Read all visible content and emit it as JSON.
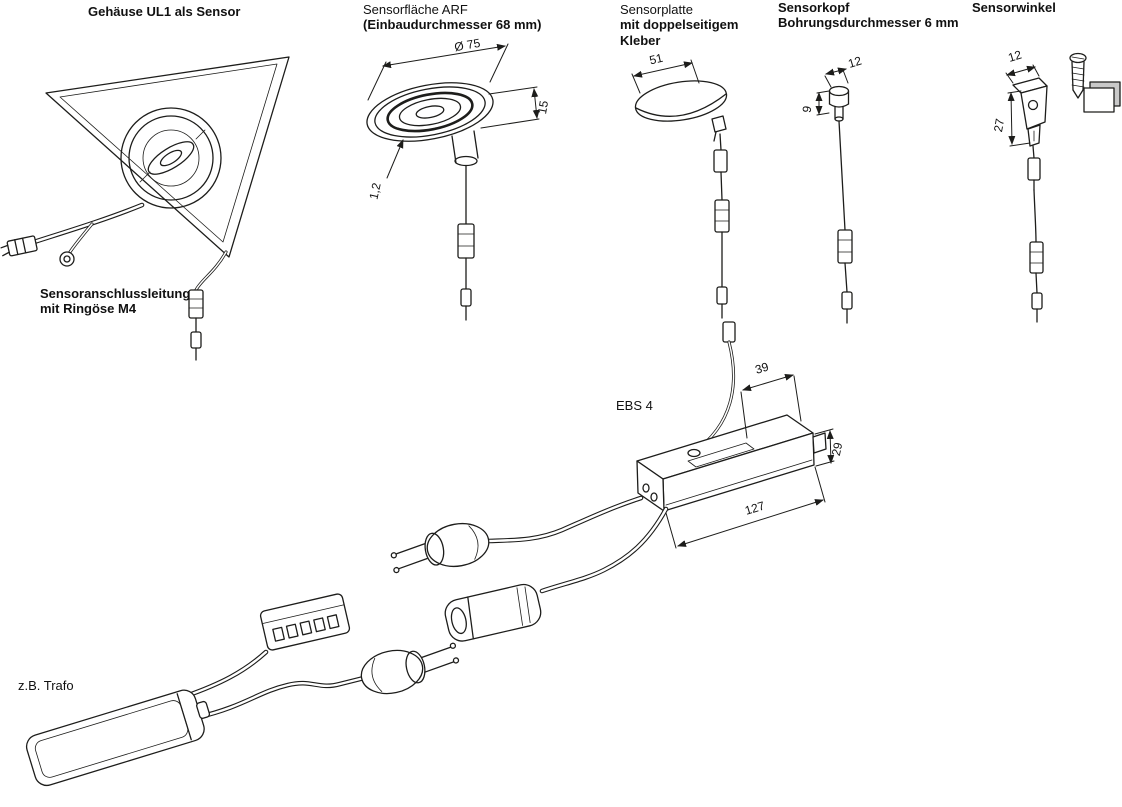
{
  "page": {
    "background": "#ffffff",
    "line_color": "#1d1d1b"
  },
  "labels": {
    "gehaeuse": "Gehäuse UL1 als Sensor",
    "sensorflaeche_1": "Sensorfläche ARF",
    "sensorflaeche_2": "(Einbaudurchmesser 68 mm)",
    "sensorplatte_1": "Sensorplatte",
    "sensorplatte_2": "mit doppelseitigem",
    "sensorplatte_3": "Kleber",
    "sensorkopf_1": "Sensorkopf",
    "sensorkopf_2": "Bohrungsdurchmesser 6 mm",
    "sensorwinkel": "Sensorwinkel",
    "leitung_1": "Sensoranschlussleitung",
    "leitung_2": "mit Ringöse M4",
    "ebs4": "EBS 4",
    "trafo": "z.B. Trafo"
  },
  "dims": {
    "arf_diameter": "Ø 75",
    "arf_height": "15",
    "arf_rim": "1,2",
    "platte_width": "51",
    "kopf_width": "12",
    "kopf_height": "9",
    "winkel_width": "12",
    "winkel_height": "27",
    "ebs_top": "39",
    "ebs_end": "29",
    "ebs_length": "127"
  }
}
